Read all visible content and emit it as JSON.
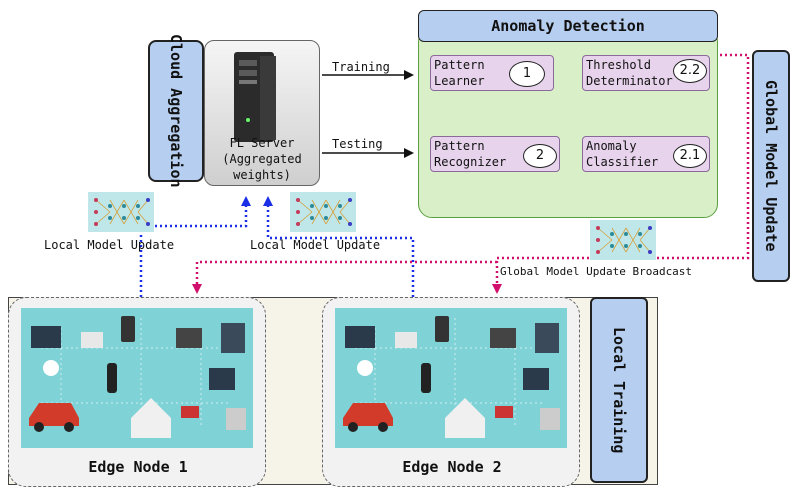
{
  "cloud": {
    "title": "Cloud Aggregation",
    "server_line1": "FL Server",
    "server_line2": "(Aggregated",
    "server_line3": "weights)"
  },
  "anomaly": {
    "title": "Anomaly Detection",
    "modules": [
      {
        "line1": "Pattern",
        "line2": "Learner",
        "num": "1"
      },
      {
        "line1": "Threshold",
        "line2": "Determinator",
        "num": "2.2"
      },
      {
        "line1": "Pattern",
        "line2": "Recognizer",
        "num": "2"
      },
      {
        "line1": "Anomaly",
        "line2": "Classifier",
        "num": "2.1"
      }
    ]
  },
  "edges": {
    "training": "Training",
    "testing": "Testing",
    "local_update_left": "Local Model Update",
    "local_update_right": "Local Model Update",
    "global_broadcast": "Global Model Update Broadcast"
  },
  "global_update": "Global Model Update",
  "local_training": "Local Training",
  "nodes": [
    {
      "label": "Edge Node 1"
    },
    {
      "label": "Edge Node 2"
    }
  ],
  "colors": {
    "blue_panel": "#b6cff0",
    "anomaly_bg": "#d9efc8",
    "module_bg": "#e7d4ec",
    "dotted_blue": "#1a2ee6",
    "dotted_magenta": "#d0106c",
    "iot_bg": "#7fd3d6"
  }
}
